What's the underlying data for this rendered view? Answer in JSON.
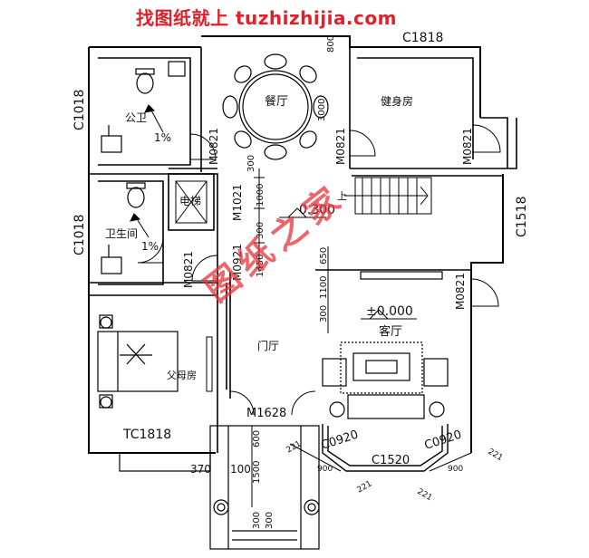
{
  "watermark_top": "找图纸就上 tuzhizhijia.com",
  "watermark_diagonal": "图纸之家",
  "rooms": {
    "dining": "餐厅",
    "gym": "健身房",
    "public_toilet": "公卫",
    "bathroom": "卫生间",
    "elevator": "电梯",
    "parents_room": "父母房",
    "living_room": "客厅",
    "foyer": "门厅"
  },
  "levels": {
    "upper": "0.300",
    "lower": "±0.000"
  },
  "stair_up": "上",
  "slopes": {
    "public_toilet": "1%",
    "bathroom": "1%"
  },
  "windows": {
    "top": "C1818",
    "left_upper": "C1018",
    "left_lower": "C1018",
    "right": "C1518",
    "bottom_left": "TC1818",
    "bay_left": "C0920",
    "bay_center": "C1520",
    "bay_right": "C0920"
  },
  "doors": {
    "public_toilet": "M0821",
    "gym": "M0821",
    "bathroom": "M0821",
    "parents": "M0921",
    "elevator": "M1021",
    "living": "M0821",
    "entrance": "M1628"
  },
  "dimensions": {
    "d800": "800",
    "d3000": "3000",
    "d300a": "300",
    "d1000": "1000",
    "d300b": "300",
    "d1450": "1450",
    "d650": "650",
    "d1100": "1100",
    "d300c": "300",
    "d600": "600",
    "d1500": "1500",
    "d300d": "300",
    "d300e": "300",
    "d370": "370",
    "d100": "100",
    "d221a": "221",
    "d900a": "900",
    "d221b": "221",
    "d221c": "221",
    "d900b": "900",
    "d221d": "221"
  }
}
